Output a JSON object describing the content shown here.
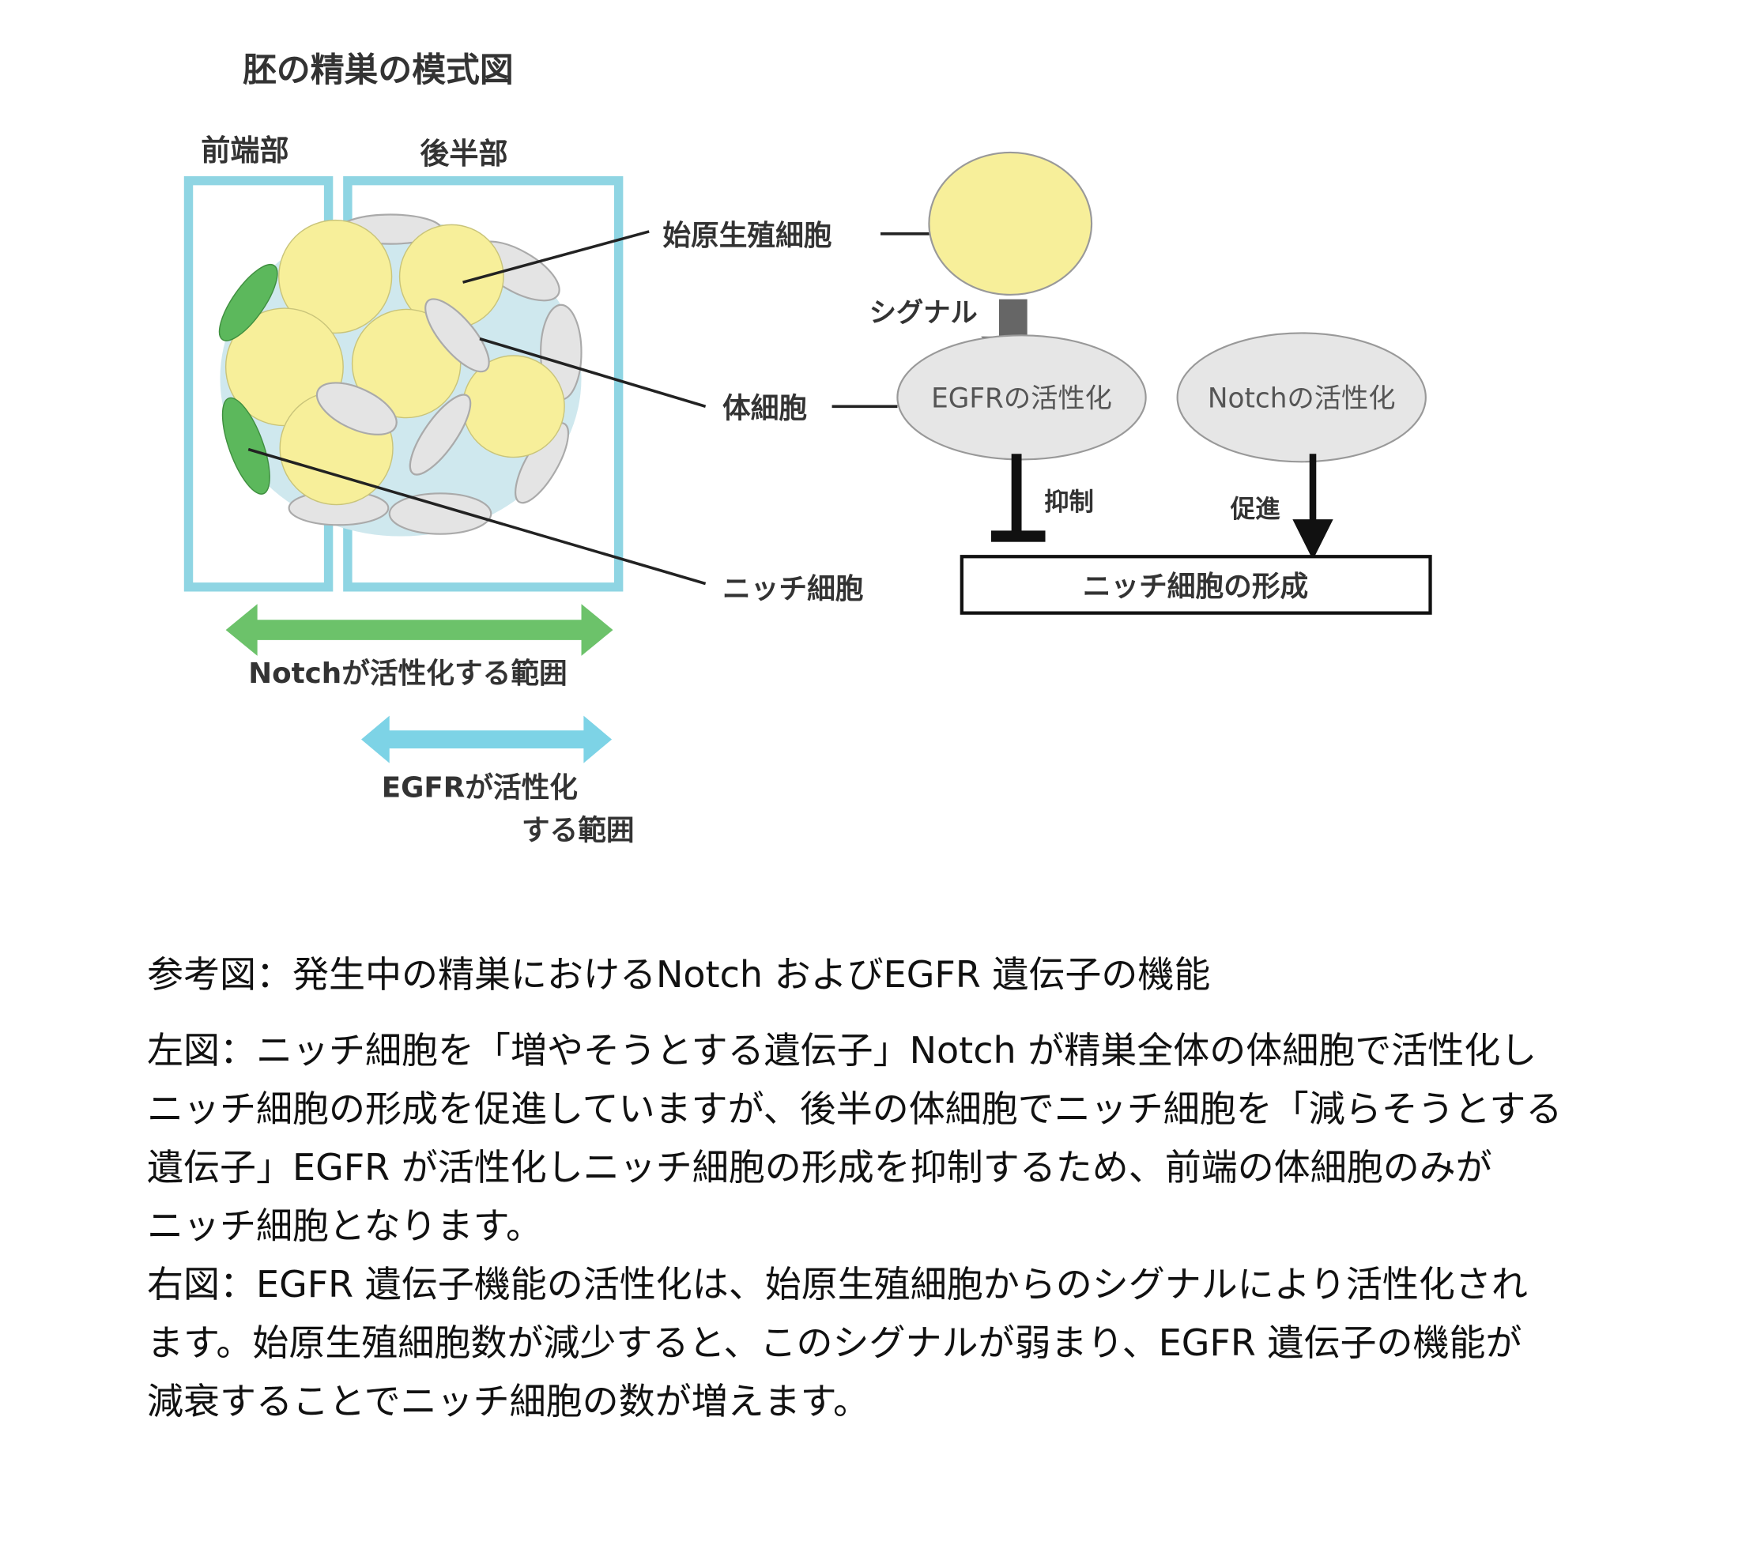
{
  "diagram": {
    "title": "胚の精巣の模式図",
    "region_front": "前端部",
    "region_back": "後半部",
    "label_germ_cell": "始原生殖細胞",
    "label_somatic_cell": "体細胞",
    "label_niche_cell": "ニッチ細胞",
    "signal": "シグナル",
    "egfr_activation": "EGFRの活性化",
    "notch_activation": "Notchの活性化",
    "inhibit": "抑制",
    "promote": "促進",
    "niche_formation": "ニッチ細胞の形成",
    "notch_range": "Notchが活性化する範囲",
    "egfr_range_line1": "EGFRが活性化",
    "egfr_range_line2": "する範囲",
    "colors": {
      "germ": "#f7ef9a",
      "somatic": "#e4e4e4",
      "niche": "#5cb85c",
      "tissue": "#cfe8ee",
      "frame": "#8fd5e3",
      "notch_arrow": "#6cc26a",
      "egfr_arrow": "#7dd3e6"
    }
  },
  "caption": {
    "title": "参考図：発生中の精巣におけるNotch およびEGFR 遺伝子の機能",
    "left_lines": [
      "左図：ニッチ細胞を「増やそうとする遺伝子」Notch が精巣全体の体細胞で活性化し",
      "ニッチ細胞の形成を促進していますが、後半の体細胞でニッチ細胞を「減らそうとする",
      "遺伝子」EGFR が活性化しニッチ細胞の形成を抑制するため、前端の体細胞のみが",
      "ニッチ細胞となります。"
    ],
    "right_lines": [
      "右図：EGFR 遺伝子機能の活性化は、始原生殖細胞からのシグナルにより活性化され",
      "ます。始原生殖細胞数が減少すると、このシグナルが弱まり、EGFR 遺伝子の機能が",
      "減衰することでニッチ細胞の数が増えます。"
    ]
  }
}
